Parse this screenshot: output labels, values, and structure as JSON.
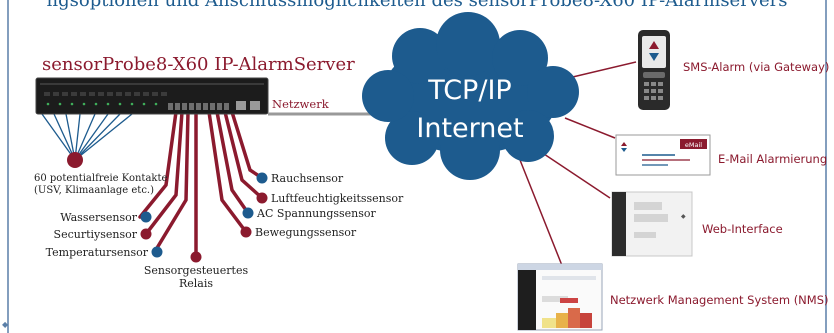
{
  "diagram": {
    "top_caption": "ngsoptionen und Anschlussmöglichkeiten des sensorProbe8-X60 IP-Alarmservers",
    "device_title": "sensorProbe8-X60 IP-AlarmServer",
    "network_link_label": "Netzwerk",
    "cloud": {
      "line1": "TCP/IP",
      "line2": "Internet"
    },
    "contacts_label_line1": "60 potentialfreie Kontakte",
    "contacts_label_line2": "(USV, Klimaanlage etc.)",
    "sensors": {
      "rauch": "Rauchsensor",
      "luftfeuchtigkeit": "Luftfeuchtigkeitssensor",
      "ac_spannung": "AC Spannungssensor",
      "bewegung": "Bewegungssensor",
      "wasser": "Wassersensor",
      "security": "Securtiysensor",
      "temperatur": "Temperatursensor",
      "relais_line1": "Sensorgesteuertes",
      "relais_line2": "Relais"
    },
    "outputs": {
      "sms": "SMS-Alarm (via Gateway)",
      "email": "E-Mail Alarmierung",
      "email_badge": "eMail",
      "web": "Web-Interface",
      "nms": "Netzwerk Management System (NMS)"
    },
    "colors": {
      "accent": "#8b1a2e",
      "blue_dot": "#1d5b8e",
      "cloud": "#1d5b8e",
      "frame": "#5a7fa8"
    }
  }
}
